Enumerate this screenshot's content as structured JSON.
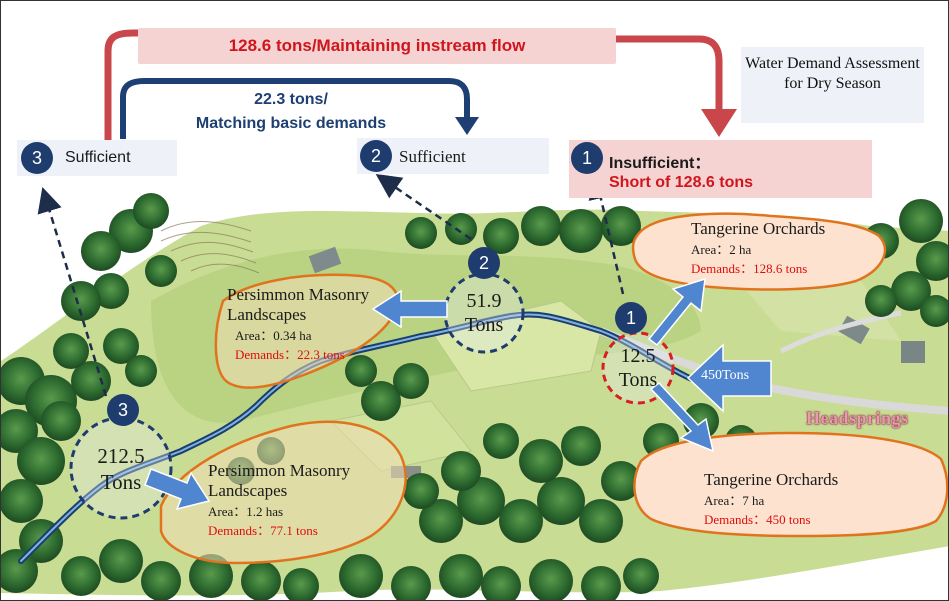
{
  "title": "Water Demand Assessment for Dry Season",
  "flows": {
    "instream": "128.6 tons/Maintaining  instream flow",
    "basic_line1": "22.3 tons/",
    "basic_line2": "Matching basic demands"
  },
  "statuses": [
    {
      "badge": "3",
      "text": "Sufficient"
    },
    {
      "badge": "2",
      "text": "Sufficient"
    },
    {
      "badge": "1",
      "text": "Insufficient：",
      "detail": "Short of 128.6 tons"
    }
  ],
  "nodes": [
    {
      "badge": "1",
      "value": "12.5",
      "unit": "Tons"
    },
    {
      "badge": "2",
      "value": "51.9",
      "unit": "Tons"
    },
    {
      "badge": "3",
      "value": "212.5",
      "unit": "Tons"
    }
  ],
  "inflow_label": "450Tons",
  "headsprings": "Headsprings",
  "areas": [
    {
      "title": "Tangerine Orchards",
      "area": "Area：2 ha",
      "demand": "Demands：128.6 tons"
    },
    {
      "title": "Tangerine Orchards",
      "area": "Area：7 ha",
      "demand": "Demands：450 tons"
    },
    {
      "title_line1": "Persimmon Masonry",
      "title_line2": "Landscapes",
      "area": "Area：0.34 ha",
      "demand": "Demands：22.3 tons"
    },
    {
      "title_line1": "Persimmon Masonry",
      "title_line2": "Landscapes",
      "area": "Area：1.2 has",
      "demand": "Demands：77.1 tons"
    }
  ],
  "colors": {
    "badge": "#1e3d6e",
    "demand_text": "#e00d0d",
    "instream_arrow": "#c9474b",
    "basic_arrow": "#1e3f73",
    "flow_arrow": "#4f86cf",
    "orchard_fill": "#fde3cf",
    "orchard_border": "#e0741e"
  }
}
